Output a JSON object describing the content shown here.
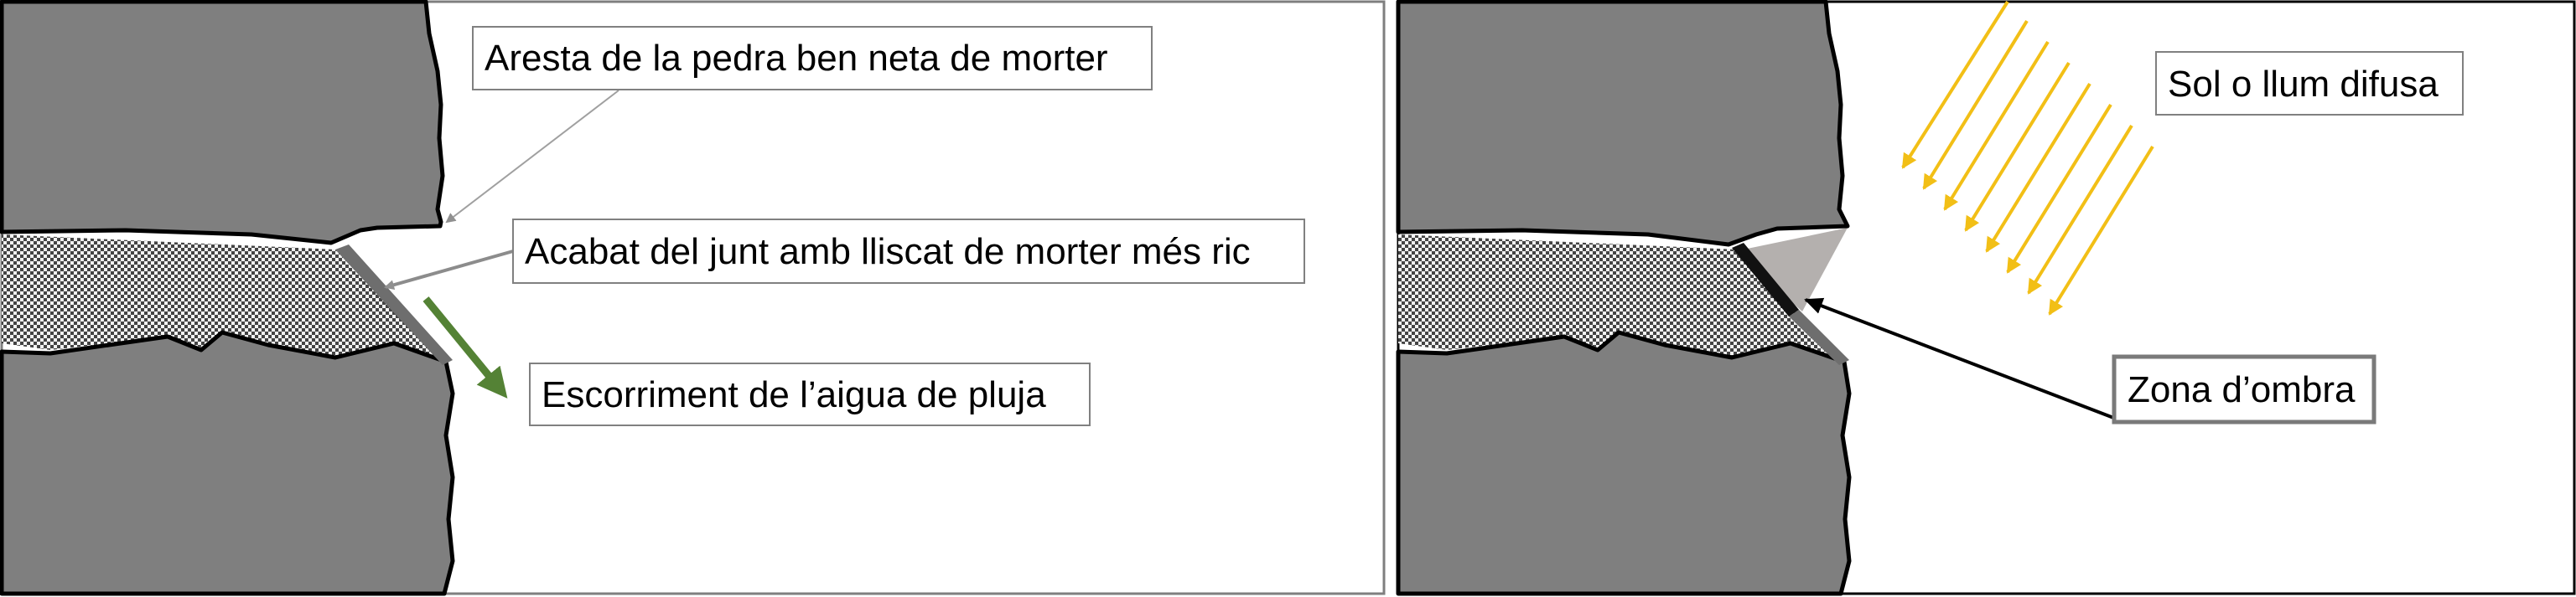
{
  "left_panel": {
    "label_edge": "Aresta de la pedra ben neta de morter",
    "label_finish": "Acabat del junt amb lliscat de morter més ric",
    "label_runoff": "Escorriment de l’aigua de pluja"
  },
  "right_panel": {
    "label_sun": "Sol o llum difusa",
    "label_shadow": "Zona d’ombra"
  },
  "colors": {
    "stone": "#7f7f7f",
    "mortar_fill": "#e6e6e6",
    "arrow_rain": "#548235",
    "sun_rays": "#f2bf16",
    "shadow": "#b4b0ae",
    "label_border": "#808080"
  }
}
